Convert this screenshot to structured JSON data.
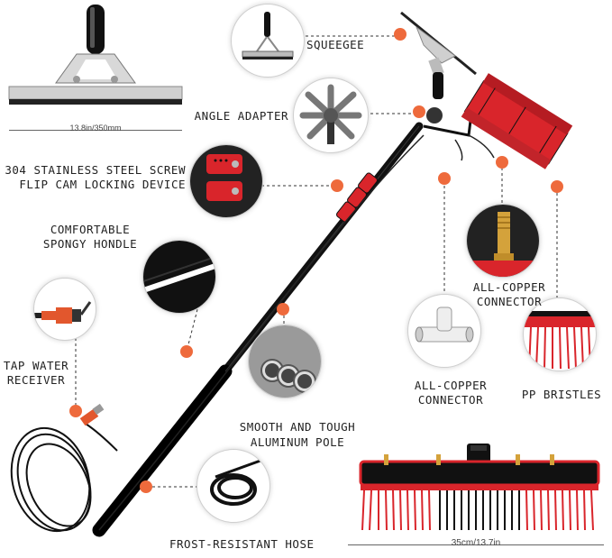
{
  "labels": {
    "squeegee": "SQUEEGEE",
    "angle_adapter": "ANGLE ADAPTER",
    "locking_line1": "304 STAINLESS STEEL SCREW",
    "locking_line2": "FLIP CAM LOCKING DEVICE",
    "handle_line1": "COMFORTABLE",
    "handle_line2": "SPONGY HONDLE",
    "tap_line1": "TAP WATER",
    "tap_line2": "RECEIVER",
    "pole_line1": "SMOOTH AND TOUGH",
    "pole_line2": "ALUMINUM POLE",
    "hose": "FROST-RESISTANT HOSE",
    "connector_right_line1": "ALL-COPPER",
    "connector_right_line2": "CONNECTOR",
    "connector_left_line1": "ALL-COPPER",
    "connector_left_line2": "CONNECTOR",
    "bristles": "PP BRISTLES"
  },
  "dimensions": {
    "squeegee_width": "13.8in/350mm",
    "brush_width": "35cm/13.7in"
  },
  "colors": {
    "accent_dot": "#ee6a3c",
    "brush_red": "#d9252b",
    "pole_black": "#111111"
  }
}
